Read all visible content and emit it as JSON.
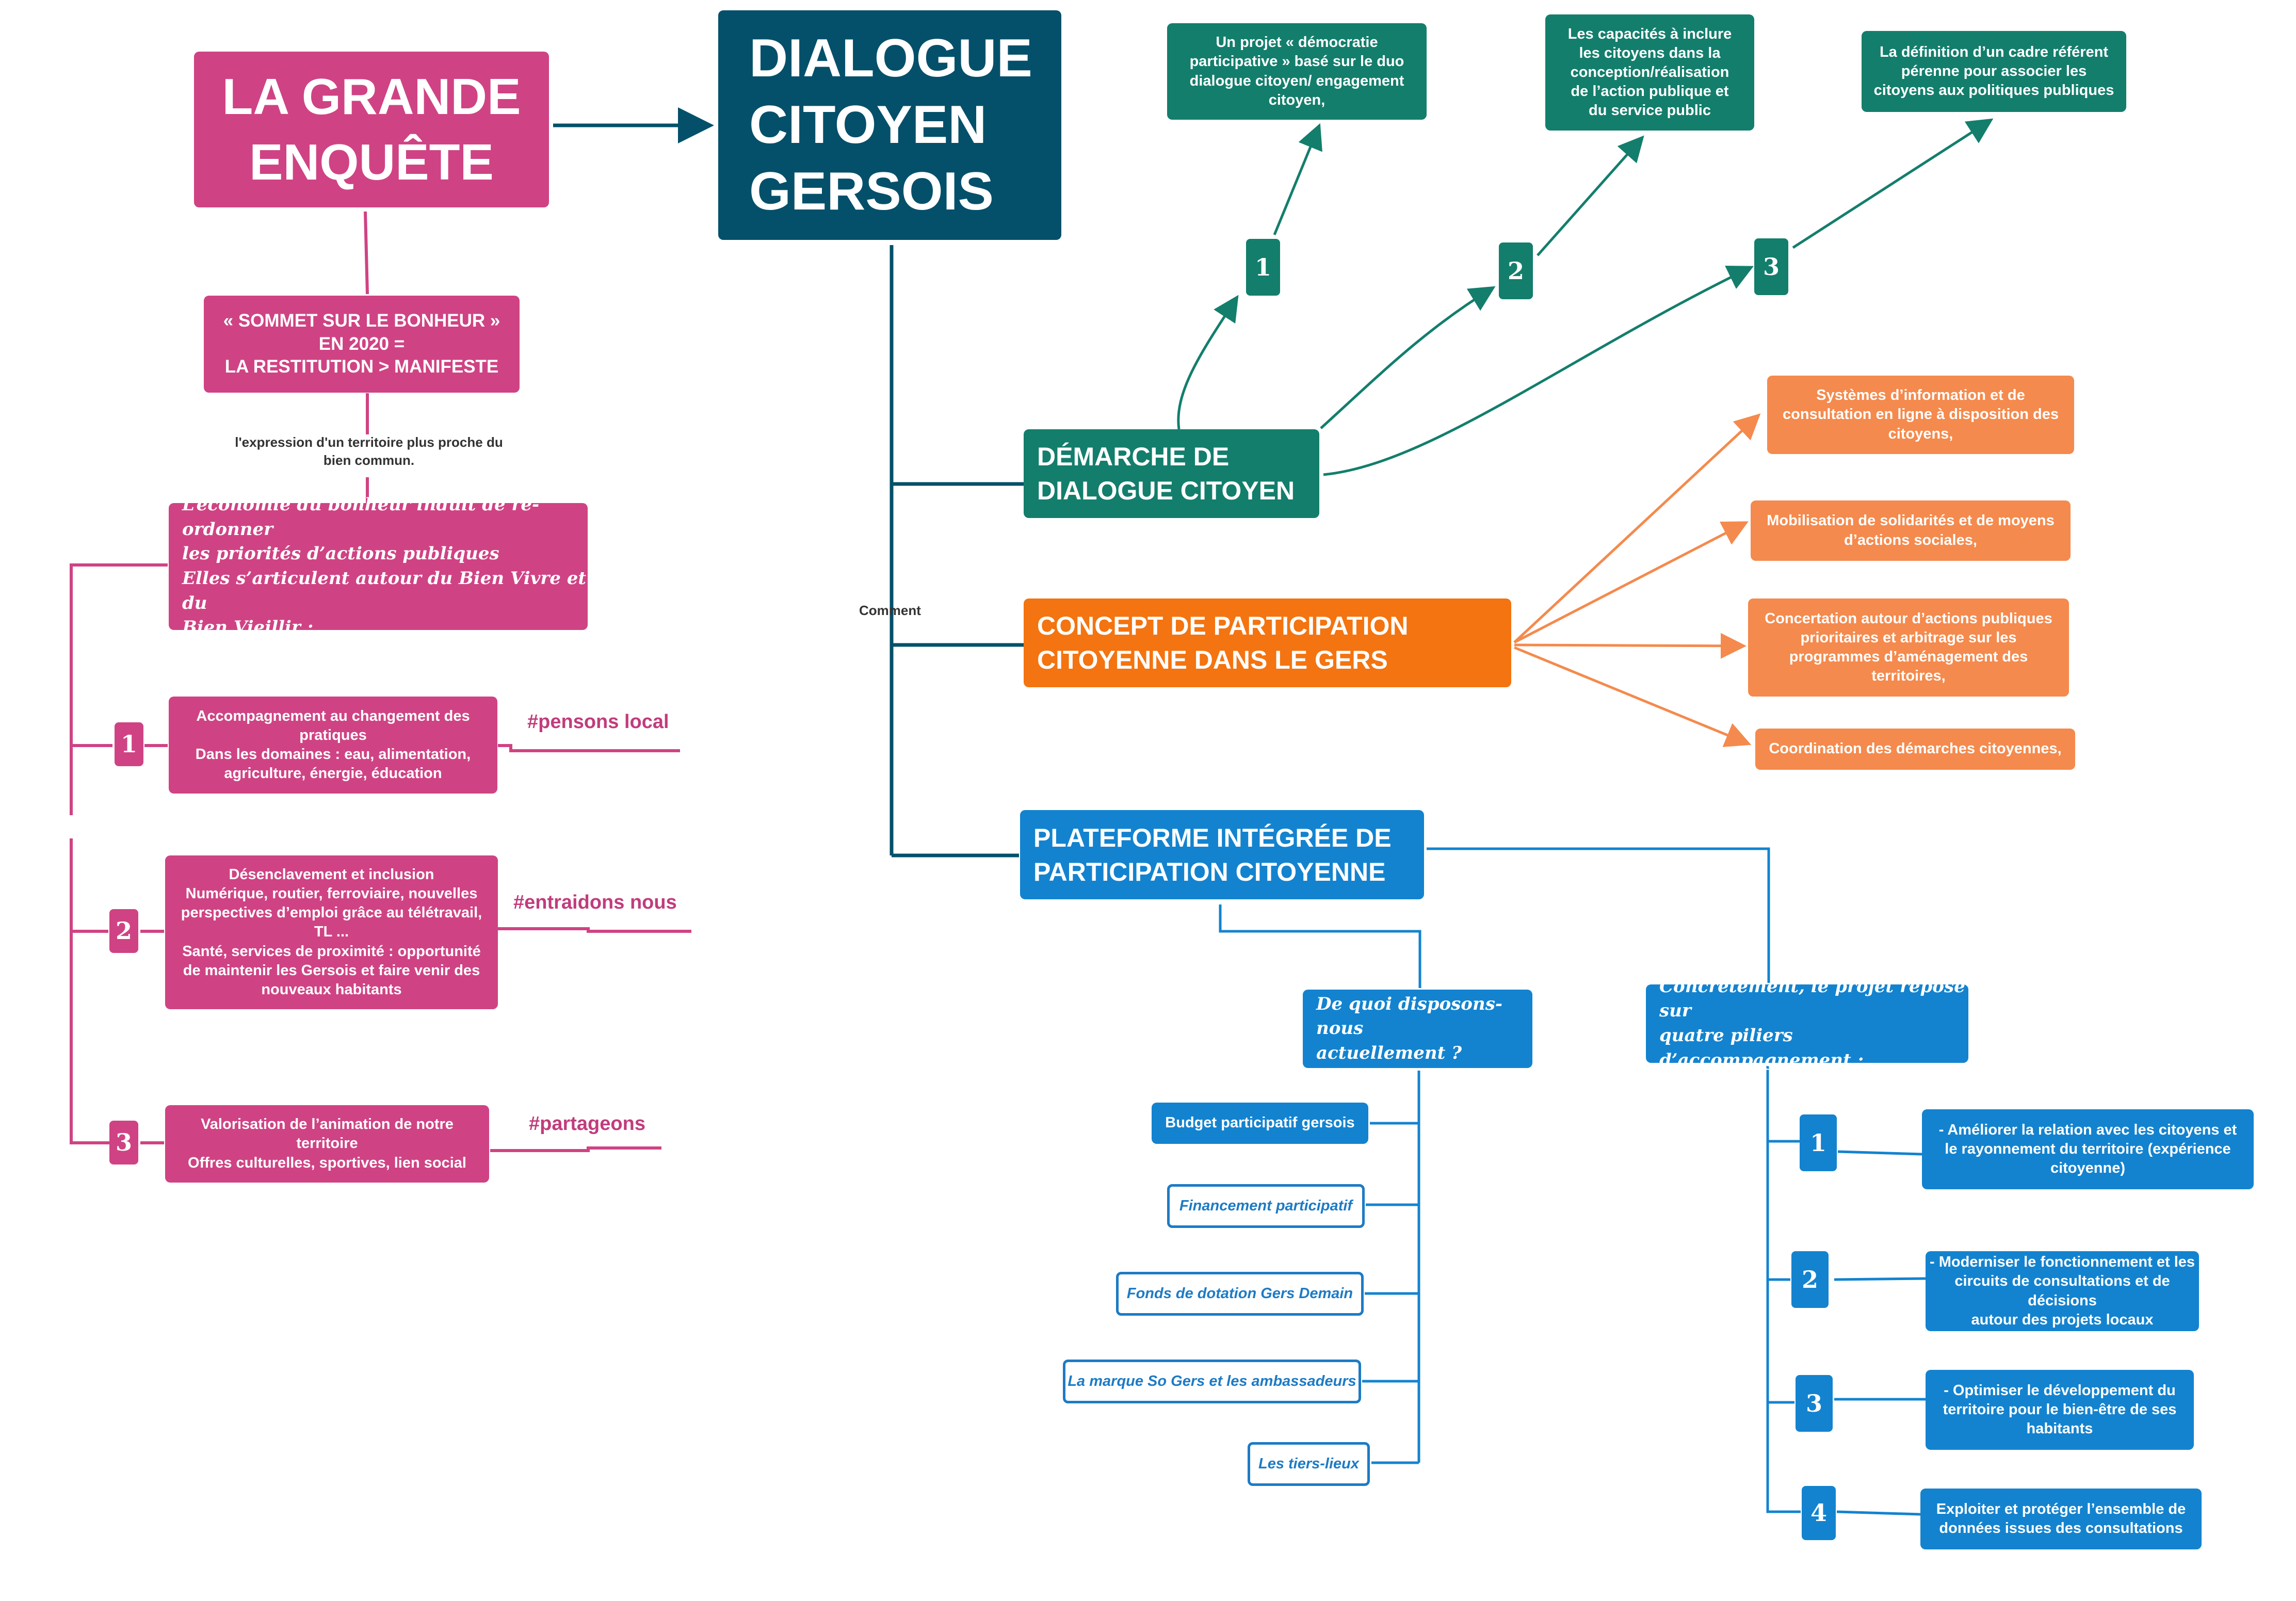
{
  "left": {
    "title": "LA GRANDE\nENQUÊTE",
    "summit": "« SOMMET SUR LE BONHEUR »\nEN 2020 =\nLA RESTITUTION > MANIFESTE",
    "expression": "l'expression d'un territoire plus proche du\nbien commun.",
    "economy": "L’économie du bonheur induit de ré-ordonner\nles priorités d’actions publiques\nElles s’articulent autour du Bien Vivre et du\nBien Vieillir :",
    "items": [
      {
        "num": "1",
        "text": "Accompagnement au changement des\npratiques\nDans les domaines : eau, alimentation,\nagriculture, énergie, éducation",
        "tag": "#pensons local"
      },
      {
        "num": "2",
        "text": "Désenclavement et inclusion\nNumérique, routier, ferroviaire, nouvelles\nperspectives d’emploi grâce au télétravail,\nTL ...\nSanté, services de proximité : opportunité\nde maintenir les Gersois et faire venir des\nnouveaux habitants",
        "tag": "#entraidons nous"
      },
      {
        "num": "3",
        "text": "Valorisation de l’animation de notre\nterritoire\nOffres culturelles, sportives, lien social",
        "tag": "#partageons"
      }
    ]
  },
  "main": {
    "title": "DIALOGUE\nCITOYEN\nGERSOIS",
    "comment_label": "Comment"
  },
  "demarche": {
    "title": "DÉMARCHE DE\nDIALOGUE CITOYEN",
    "items": [
      {
        "num": "1",
        "text": "Un projet « démocratie\nparticipative » basé sur le duo\ndialogue citoyen/ engagement\ncitoyen,"
      },
      {
        "num": "2",
        "text": "Les  capacités à inclure\nles citoyens dans la\nconception/réalisation\nde l’action publique  et\ndu service public"
      },
      {
        "num": "3",
        "text": "La définition d’un cadre référent\npérenne pour associer les\ncitoyens aux politiques publiques"
      }
    ]
  },
  "concept": {
    "title": "CONCEPT  DE PARTICIPATION\nCITOYENNE DANS LE GERS",
    "items": [
      "Systèmes d’information et de\nconsultation en ligne  à disposition des\ncitoyens,",
      "Mobilisation de solidarités et de moyens\nd’actions sociales,",
      "Concertation autour d’actions publiques\nprioritaires et arbitrage sur les\nprogrammes d’aménagement des\nterritoires,",
      "Coordination des démarches citoyennes,"
    ]
  },
  "plateforme": {
    "title": "PLATEFORME INTÉGRÉE DE\nPARTICIPATION CITOYENNE",
    "question": "De quoi disposons-nous\nactuellement  ?",
    "resources": [
      "Budget participatif gersois",
      "Financement participatif",
      "Fonds de dotation Gers Demain",
      "La marque So Gers et les ambassadeurs",
      "Les tiers-lieux"
    ],
    "pillars_title": "Concrètement, le projet repose sur\nquatre  piliers d’accompagnement :",
    "pillars": [
      {
        "num": "1",
        "text": "- Améliorer la relation avec les citoyens et\nle rayonnement du territoire (expérience\ncitoyenne)"
      },
      {
        "num": "2",
        "text": "- Moderniser le fonctionnement et les\ncircuits de consultations et de décisions\nautour des projets locaux"
      },
      {
        "num": "3",
        "text": "- Optimiser le développement du\nterritoire pour le bien-être de ses\nhabitants"
      },
      {
        "num": "4",
        "text": "Exploiter et protéger l’ensemble de\ndonnées issues des consultations"
      }
    ]
  },
  "colors": {
    "pink": "#cf4384",
    "navy": "#04506a",
    "teal": "#137e6c",
    "orange": "#f37410",
    "light_orange": "#f48a4d",
    "blue": "#1383cf"
  }
}
